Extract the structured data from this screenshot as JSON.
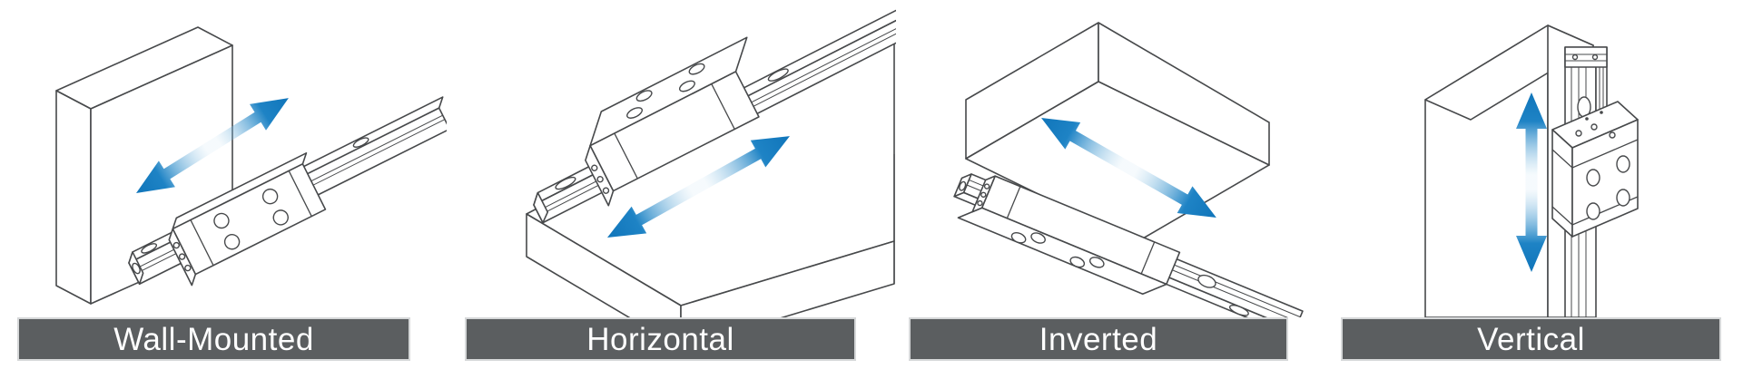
{
  "panels": [
    {
      "label": "Wall-Mounted",
      "icon": "linear-guide-wall-mounted-illustration",
      "motion_arrow_icon": "double-headed-arrow-diagonal"
    },
    {
      "label": "Horizontal",
      "icon": "linear-guide-horizontal-illustration",
      "motion_arrow_icon": "double-headed-arrow-diagonal"
    },
    {
      "label": "Inverted",
      "icon": "linear-guide-inverted-illustration",
      "motion_arrow_icon": "double-headed-arrow-diagonal"
    },
    {
      "label": "Vertical",
      "icon": "linear-guide-vertical-illustration",
      "motion_arrow_icon": "double-headed-arrow-vertical"
    }
  ],
  "colors": {
    "background": "#ffffff",
    "label_bar_background": "#5b5e60",
    "label_bar_border": "#d6d8d9",
    "label_text": "#ffffff",
    "line_art_stroke": "#47494b",
    "arrow_accent": "#1e83c5"
  }
}
